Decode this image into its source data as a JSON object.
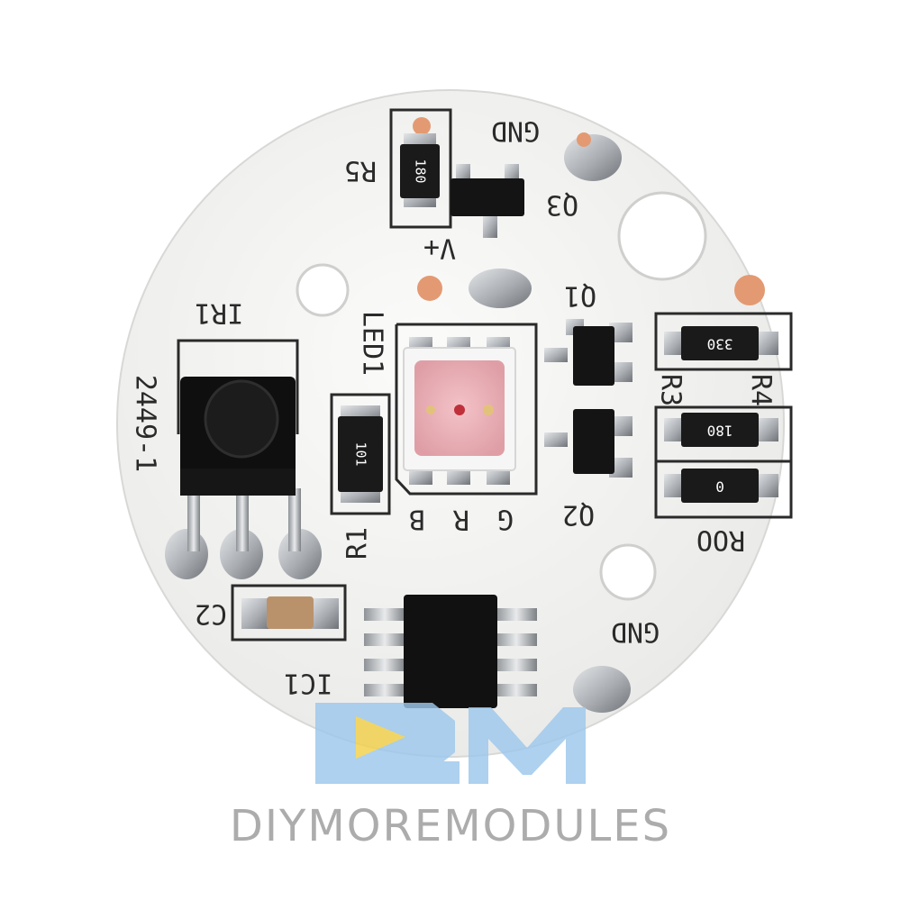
{
  "image": {
    "subject": "circular RGB LED controller PCB",
    "colors": {
      "board": "#f4f4f3",
      "silkscreen": "#2a2a2a",
      "solder": "#b9bcc0",
      "copper_pad": "#e39a72",
      "chip": "#141414",
      "watermark_blue": "#9cc8ec",
      "watermark_yellow": "#f2d14a",
      "watermark_text": "#9a9a9a"
    }
  },
  "silkscreen": {
    "gnd_top": "GND",
    "r5": "R5",
    "q3": "Q3",
    "vplus": "V+",
    "ir1": "IR1",
    "led1": "LED1",
    "q1": "Q1",
    "part_code": "2449-1",
    "r4": "R4",
    "r3": "R3",
    "r1": "R1",
    "pin_b": "B",
    "pin_r": "R",
    "pin_g": "G",
    "q2": "Q2",
    "roo": "ROO",
    "c2": "C2",
    "gnd_bottom": "GND",
    "ic1": "IC1"
  },
  "resistor_codes": {
    "r5": "180",
    "r4": "330",
    "r3": "180",
    "roo": "0",
    "r1": "101"
  },
  "watermark": {
    "logo": "BM",
    "text": "DIYMOREMODULES"
  }
}
